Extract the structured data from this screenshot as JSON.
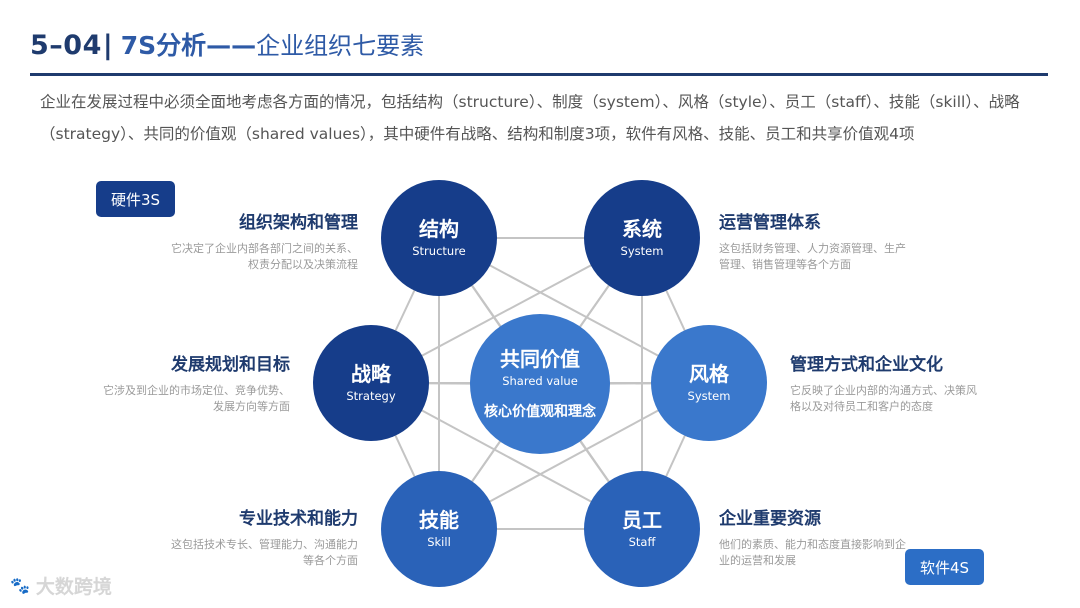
{
  "header": {
    "number": "5–04",
    "separator": "|",
    "title": "7S分析——",
    "subtitle": "企业组织七要素"
  },
  "intro": "企业在发展过程中必须全面地考虑各方面的情况，包括结构（structure）、制度（system）、风格（style）、员工（staff）、技能（skill）、战略（strategy）、共同的价值观（shared values），其中硬件有战略、结构和制度3项，软件有风格、技能、员工和共享价值观4项",
  "tags": {
    "hard": "硬件3S",
    "soft": "软件4S"
  },
  "nodes": {
    "center": {
      "cn": "共同价值",
      "en": "Shared value",
      "core": "核心价值观和理念"
    },
    "structure": {
      "cn": "结构",
      "en": "Structure"
    },
    "system": {
      "cn": "系统",
      "en": "System"
    },
    "strategy": {
      "cn": "战略",
      "en": "Strategy"
    },
    "style": {
      "cn": "风格",
      "en": "System"
    },
    "skill": {
      "cn": "技能",
      "en": "Skill"
    },
    "staff": {
      "cn": "员工",
      "en": "Staff"
    }
  },
  "descriptions": {
    "structure": {
      "title": "组织架构和管理",
      "lines": [
        "它决定了企业内部各部门之间的关系、",
        "权责分配以及决策流程"
      ]
    },
    "system": {
      "title": "运营管理体系",
      "lines": [
        "这包括财务管理、人力资源管理、生产",
        "管理、销售管理等各个方面"
      ]
    },
    "strategy": {
      "title": "发展规划和目标",
      "lines": [
        "它涉及到企业的市场定位、竞争优势、",
        "发展方向等方面"
      ]
    },
    "style": {
      "title": "管理方式和企业文化",
      "lines": [
        "它反映了企业内部的沟通方式、决策风",
        "格以及对待员工和客户的态度"
      ]
    },
    "skill": {
      "title": "专业技术和能力",
      "lines": [
        "这包括技术专长、管理能力、沟通能力",
        "等各个方面"
      ]
    },
    "staff": {
      "title": "企业重要资源",
      "lines": [
        "他们的素质、能力和态度直接影响到企",
        "业的运营和发展"
      ]
    }
  },
  "colors": {
    "dark_blue": "#163d8a",
    "mid_blue": "#2a62b8",
    "light_blue": "#3a78cc",
    "line_gray": "#c4c4c4"
  },
  "watermark": {
    "icon": "logo-icon",
    "text": "大数跨境"
  }
}
